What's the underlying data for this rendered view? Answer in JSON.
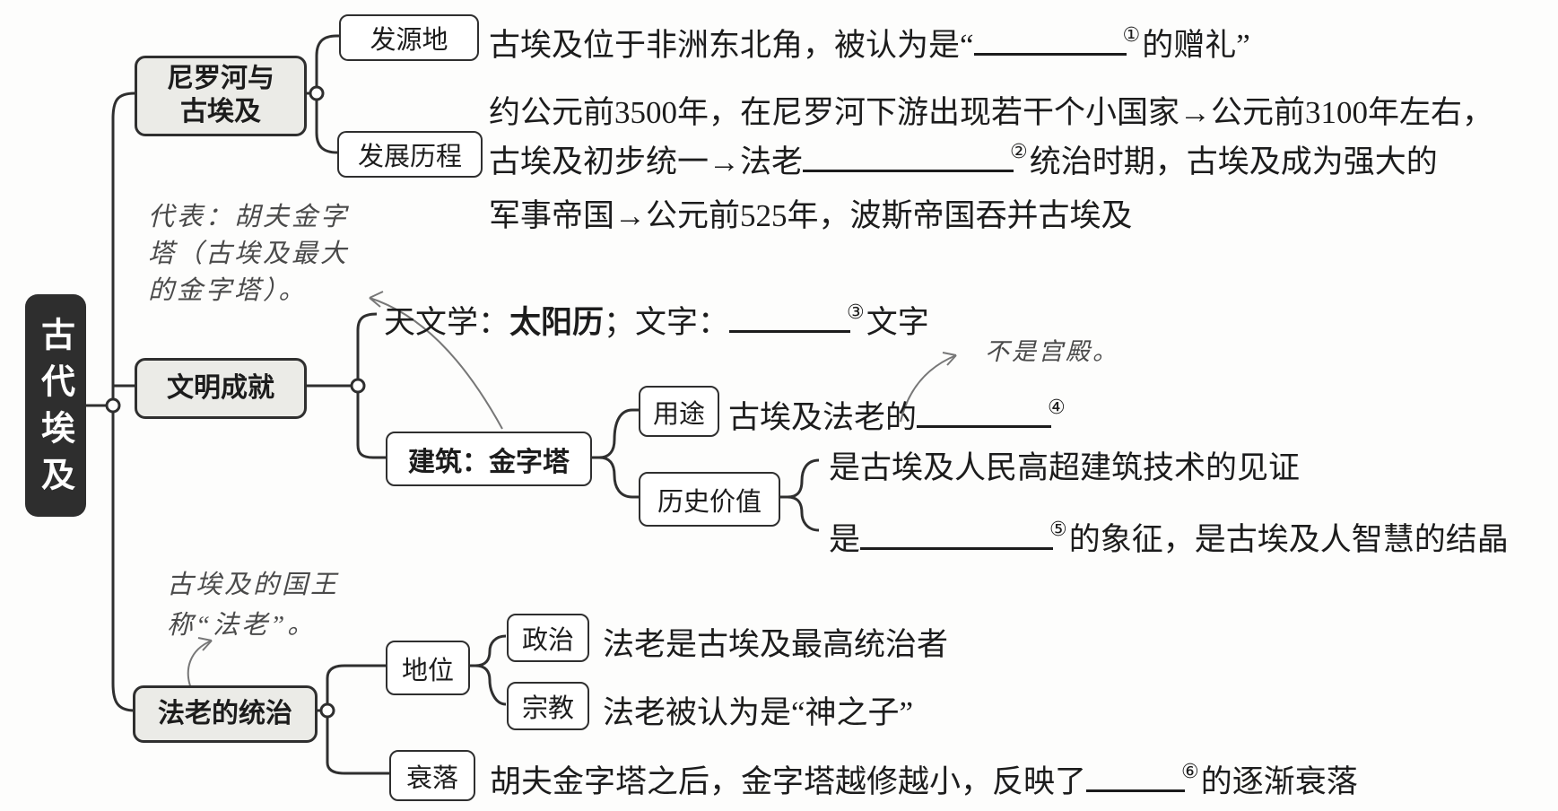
{
  "root": {
    "label": "古代埃及"
  },
  "branches": {
    "nile": {
      "label_line1": "尼罗河与",
      "label_line2": "古埃及",
      "children": {
        "origin": {
          "label": "发源地",
          "text_before": "古埃及位于非洲东北角，被认为是“",
          "note": "①",
          "text_after": "的赠礼”"
        },
        "history": {
          "label": "发展历程",
          "line1": "约公元前3500年，在尼罗河下游出现若干个小国家→公元前3100年左右，",
          "line2_before": "古埃及初步统一→法老",
          "line2_note": "②",
          "line2_after": "统治时期，古埃及成为强大的",
          "line3": "军事帝国→公元前525年，波斯帝国吞并古埃及"
        }
      }
    },
    "civilization": {
      "label": "文明成就",
      "annotation": {
        "line1": "代表：胡夫金字",
        "line2": "塔（古埃及最大",
        "line3": "的金字塔）。"
      },
      "children": {
        "science": {
          "prefix": "天文学：",
          "bold_term": "太阳历",
          "middle": "；文字：",
          "note": "③",
          "suffix": "文字"
        },
        "architecture": {
          "label": "建筑：金字塔",
          "children": {
            "purpose": {
              "label": "用途",
              "text_before": "古埃及法老的",
              "note": "④",
              "annotation": "不是宫殿。"
            },
            "value": {
              "label": "历史价值",
              "line1": "是古埃及人民高超建筑技术的见证",
              "line2_before": "是",
              "line2_note": "⑤",
              "line2_after": "的象征，是古埃及人智慧的结晶"
            }
          }
        }
      }
    },
    "pharaoh": {
      "label": "法老的统治",
      "annotation": {
        "line1": "古埃及的国王",
        "line2": "称“法老”。"
      },
      "children": {
        "status": {
          "label": "地位",
          "children": {
            "politics": {
              "label": "政治",
              "text": "法老是古埃及最高统治者"
            },
            "religion": {
              "label": "宗教",
              "text": "法老被认为是“神之子”"
            }
          }
        },
        "decline": {
          "label": "衰落",
          "text_before": "胡夫金字塔之后，金字塔越修越小，反映了",
          "note": "⑥",
          "text_after": "的逐渐衰落"
        }
      }
    }
  },
  "colors": {
    "root_fill": "#2e2e2e",
    "branch_fill": "#ebebe7",
    "line": "#2f2f2f",
    "annotation_ink": "#4a4a4a"
  }
}
